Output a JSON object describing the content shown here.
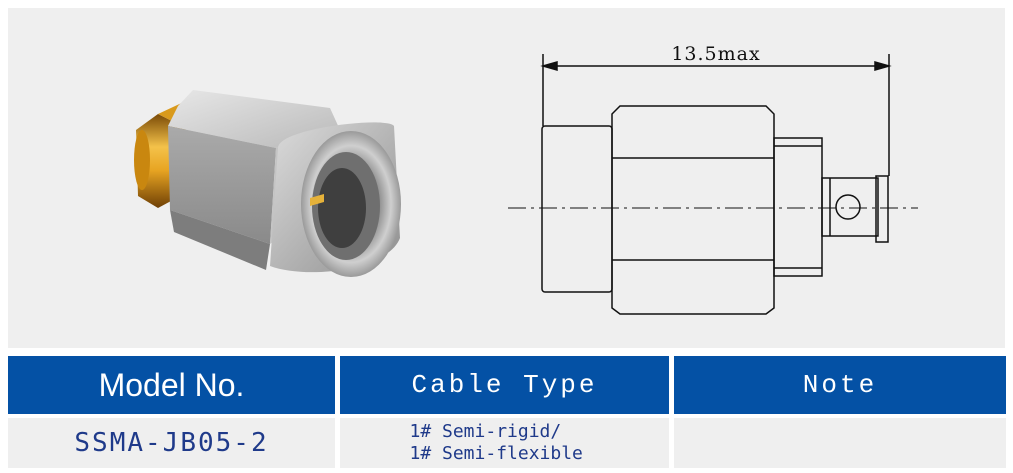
{
  "drawing": {
    "dimension_label": "13.5max"
  },
  "table": {
    "headers": [
      "Model No.",
      "Cable Type",
      "Note"
    ],
    "rows": [
      {
        "model": "SSMA-JB05-2",
        "cable_type_lines": [
          "1# Semi-rigid/",
          "1# Semi-flexible"
        ],
        "note": ""
      }
    ]
  },
  "colors": {
    "header_bg": "#0451a5",
    "header_text": "#ffffff",
    "row_text": "#1f3a8a",
    "panel_bg": "#efefef"
  }
}
